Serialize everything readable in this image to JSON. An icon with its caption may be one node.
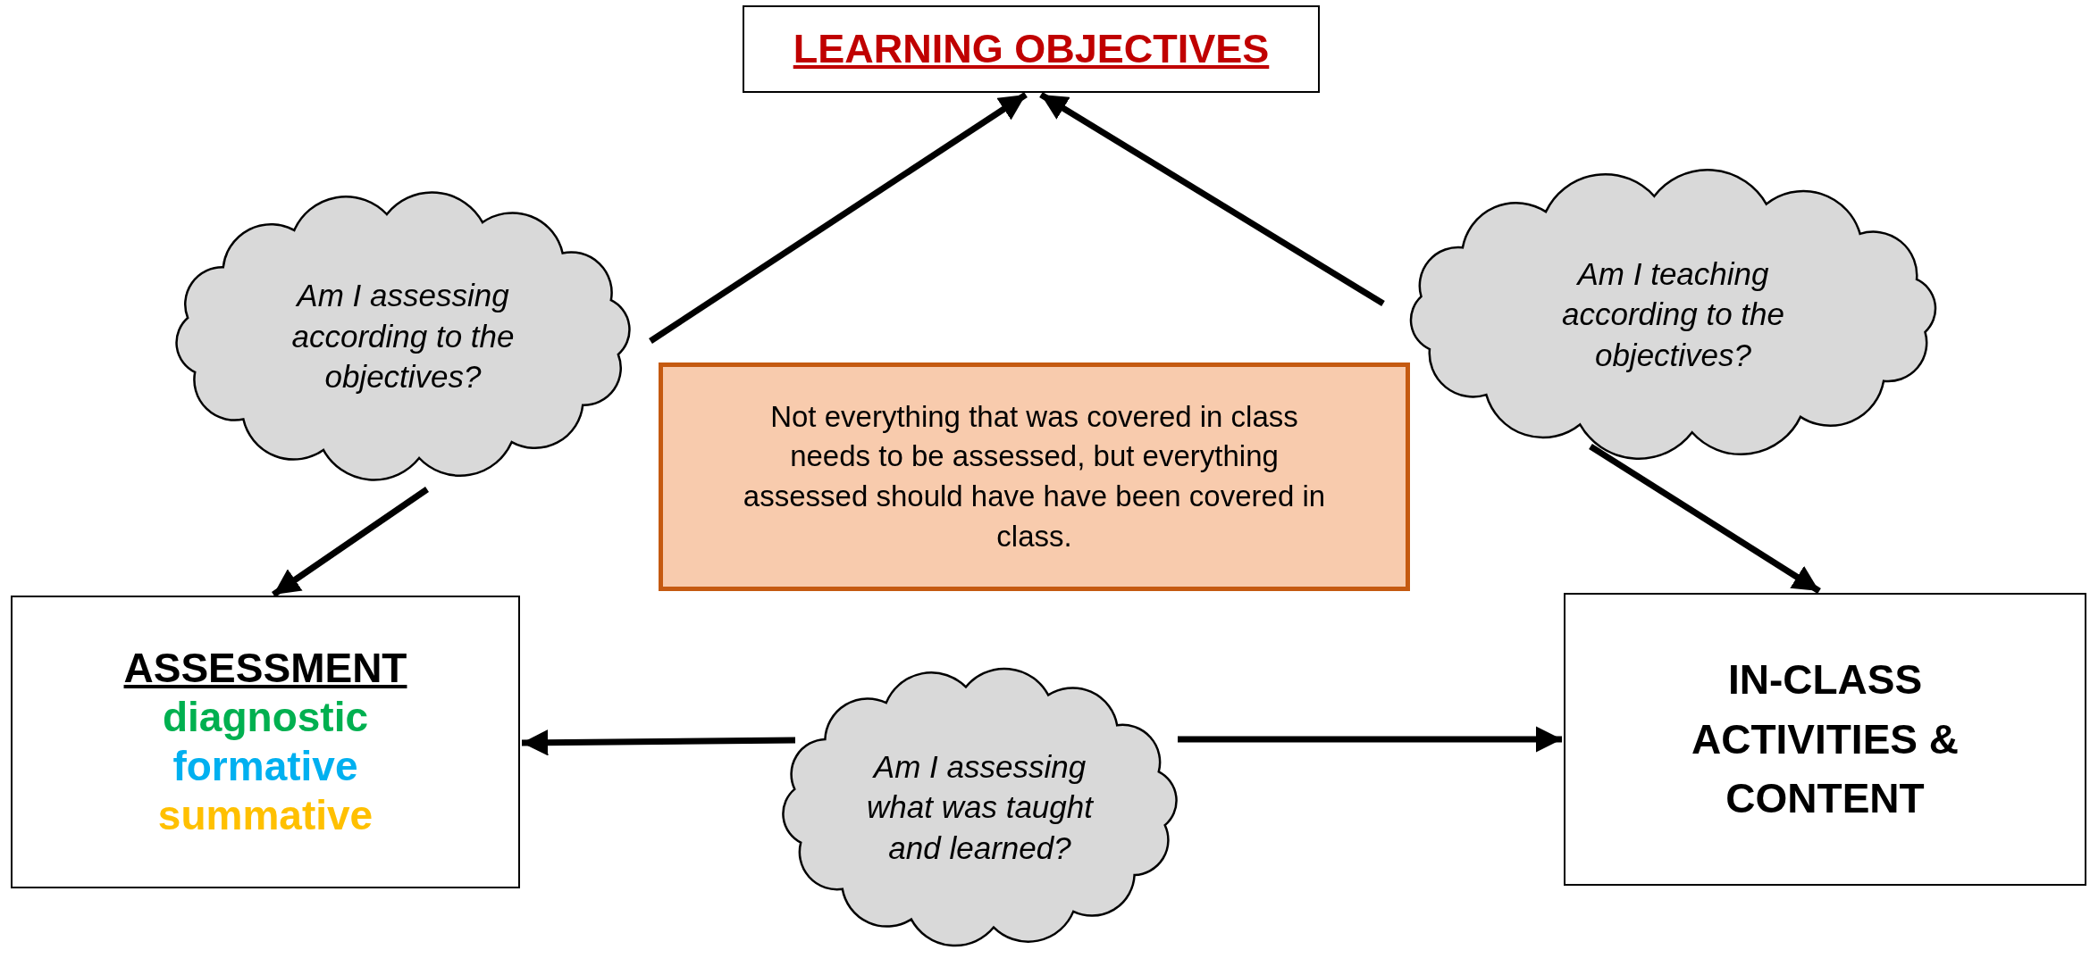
{
  "diagram": {
    "nodes": [
      {
        "text": [
          "LEARNING OBJECTIVES"
        ]
      },
      {
        "text": [
          "Am I assessing according to the objectives?"
        ]
      },
      {
        "text": [
          "Am I teaching according to the objectives?"
        ]
      },
      {
        "text": [
          "Not everything that was covered in class needs to be assessed, but everything assessed should have have been covered in class."
        ]
      },
      {
        "text": [
          "ASSESSMENT",
          "diagnostic",
          "formative",
          "summative"
        ]
      },
      {
        "text": [
          "Am I assessing what was taught and learned?"
        ]
      },
      {
        "text": [
          "IN-CLASS ACTIVITIES & CONTENT"
        ]
      }
    ],
    "edges": [
      {
        "from": 1,
        "to": 0,
        "arrow": "to"
      },
      {
        "from": 1,
        "to": 4,
        "arrow": "to"
      },
      {
        "from": 2,
        "to": 0,
        "arrow": "to"
      },
      {
        "from": 2,
        "to": 6,
        "arrow": "to"
      },
      {
        "from": 5,
        "to": 4,
        "arrow": "to"
      },
      {
        "from": 5,
        "to": 6,
        "arrow": "to"
      }
    ]
  }
}
